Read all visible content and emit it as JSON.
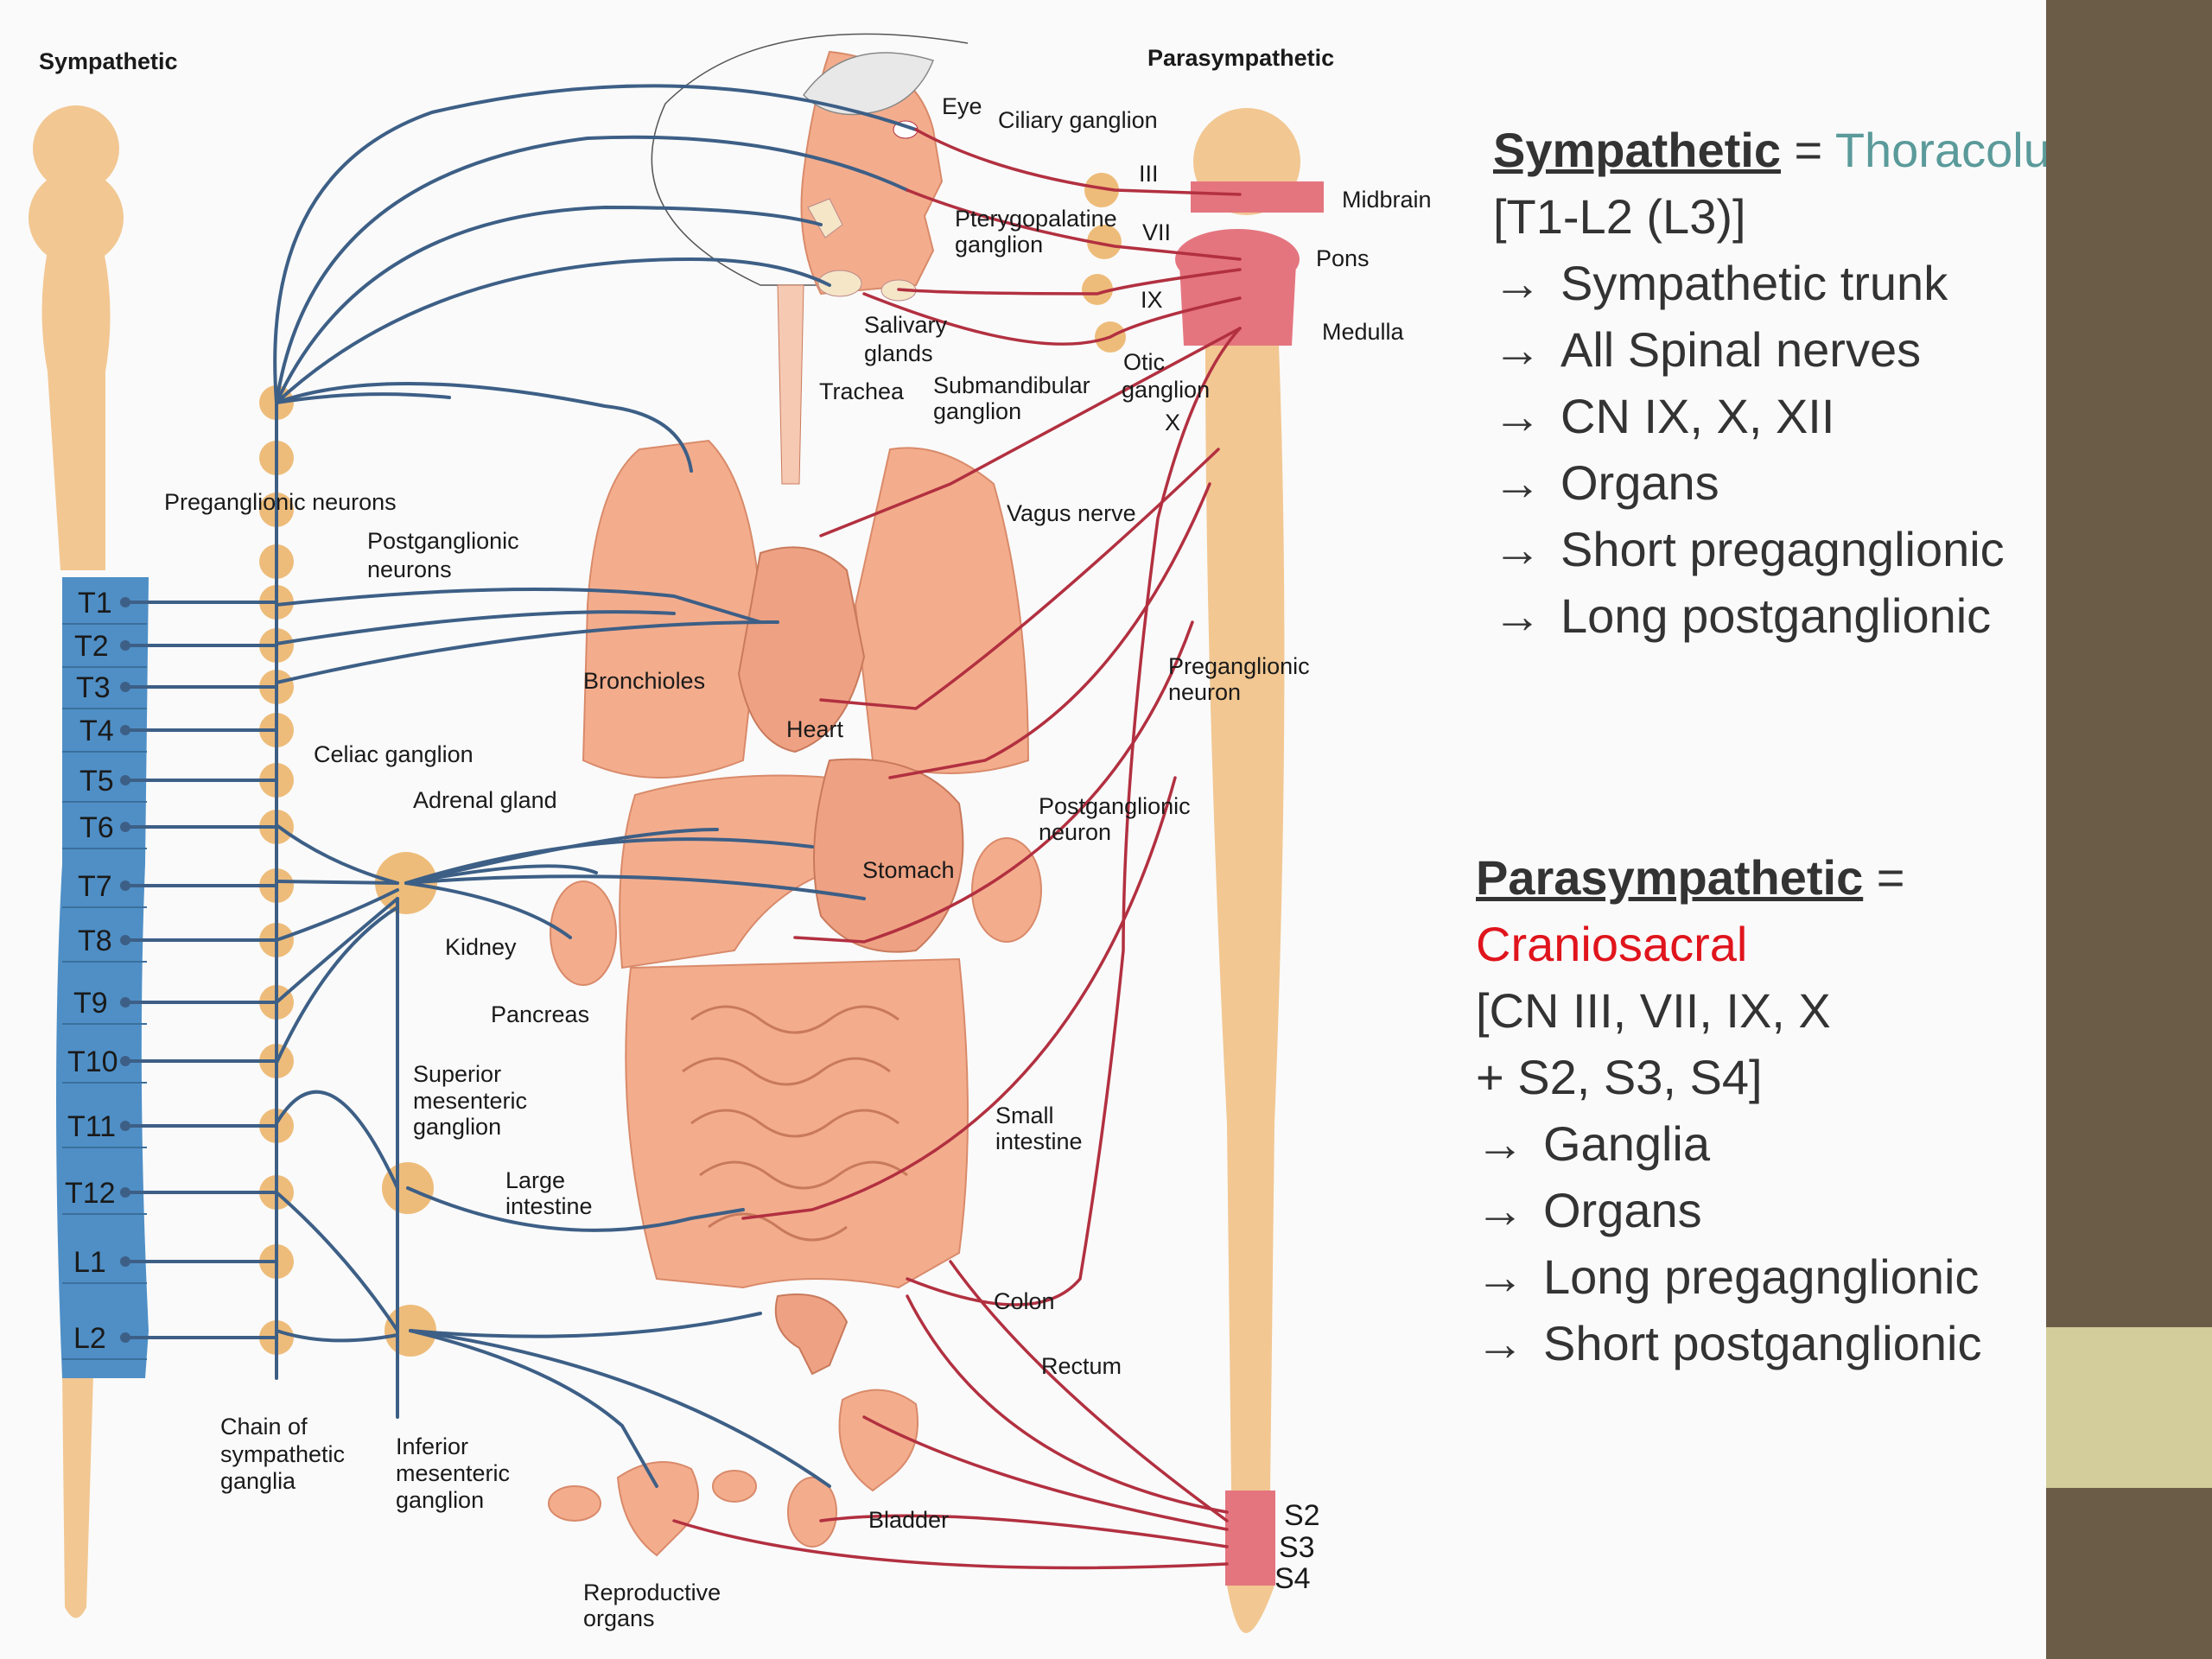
{
  "diagram": {
    "titles": {
      "sympathetic": "Sympathetic",
      "parasympathetic": "Parasympathetic"
    },
    "segments_thoracolumbar": [
      "T1",
      "T2",
      "T3",
      "T4",
      "T5",
      "T6",
      "T7",
      "T8",
      "T9",
      "T10",
      "T11",
      "T12",
      "L1",
      "L2"
    ],
    "segments_sacral": [
      "S2",
      "S3",
      "S4"
    ],
    "brainstem_levels": [
      "Midbrain",
      "Pons",
      "Medulla"
    ],
    "cranial_nerves": [
      "III",
      "VII",
      "IX",
      "X"
    ],
    "labels": {
      "eye": "Eye",
      "ciliary_ganglion": "Ciliary ganglion",
      "pterygopalatine_1": "Pterygopalatine",
      "pterygopalatine_2": "ganglion",
      "salivary_1": "Salivary",
      "salivary_2": "glands",
      "trachea": "Trachea",
      "submandibular_1": "Submandibular",
      "submandibular_2": "ganglion",
      "otic_1": "Otic",
      "otic_2": "ganglion",
      "preganglionic_neurons": "Preganglionic neurons",
      "postganglionic_neurons_1": "Postganglionic",
      "postganglionic_neurons_2": "neurons",
      "vagus_nerve": "Vagus nerve",
      "bronchioles": "Bronchioles",
      "heart": "Heart",
      "preganglionic_neuron_1": "Preganglionic",
      "preganglionic_neuron_2": "neuron",
      "celiac_ganglion": "Celiac ganglion",
      "adrenal_gland": "Adrenal gland",
      "postganglionic_neuron_1": "Postganglionic",
      "postganglionic_neuron_2": "neuron",
      "stomach": "Stomach",
      "kidney": "Kidney",
      "pancreas": "Pancreas",
      "sup_mes_1": "Superior",
      "sup_mes_2": "mesenteric",
      "sup_mes_3": "ganglion",
      "small_int_1": "Small",
      "small_int_2": "intestine",
      "large_int_1": "Large",
      "large_int_2": "intestine",
      "colon": "Colon",
      "rectum": "Rectum",
      "chain_1": "Chain of",
      "chain_2": "sympathetic",
      "chain_3": "ganglia",
      "inf_mes_1": "Inferior",
      "inf_mes_2": "mesenteric",
      "inf_mes_3": "ganglion",
      "bladder": "Bladder",
      "repro_1": "Reproductive",
      "repro_2": "organs"
    }
  },
  "notes": {
    "sympathetic": {
      "title": "Sympathetic",
      "equals": " = ",
      "region": "Thoracolumbar",
      "levels": "[T1-L2 (L3)]",
      "points": [
        "Sympathetic trunk",
        "All Spinal nerves",
        "CN IX, X, XII",
        "Organs",
        "Short pregagnglionic",
        "Long postganglionic"
      ]
    },
    "parasympathetic": {
      "title": "Parasympathetic",
      "equals": " =",
      "region": "Craniosacral",
      "levels_1": "[CN III, VII, IX, X",
      "levels_2": "+ S2, S3, S4]",
      "points": [
        "Ganglia",
        "Organs",
        "Long pregagnglionic",
        "Short postganglionic"
      ]
    },
    "arrow": "→",
    "colors": {
      "thoracolumbar": "#5b9a9a",
      "craniosacral": "#e0141c",
      "text": "#333333"
    }
  },
  "colors": {
    "sympathetic_nerve": "#3d5f86",
    "parasympathetic_nerve": "#b23040",
    "spinal_cord": "#f2c792",
    "thoracic_block": "#4f8fc6",
    "sidebar": "#6b5c48",
    "sidebar_band": "#d2cd9b"
  }
}
